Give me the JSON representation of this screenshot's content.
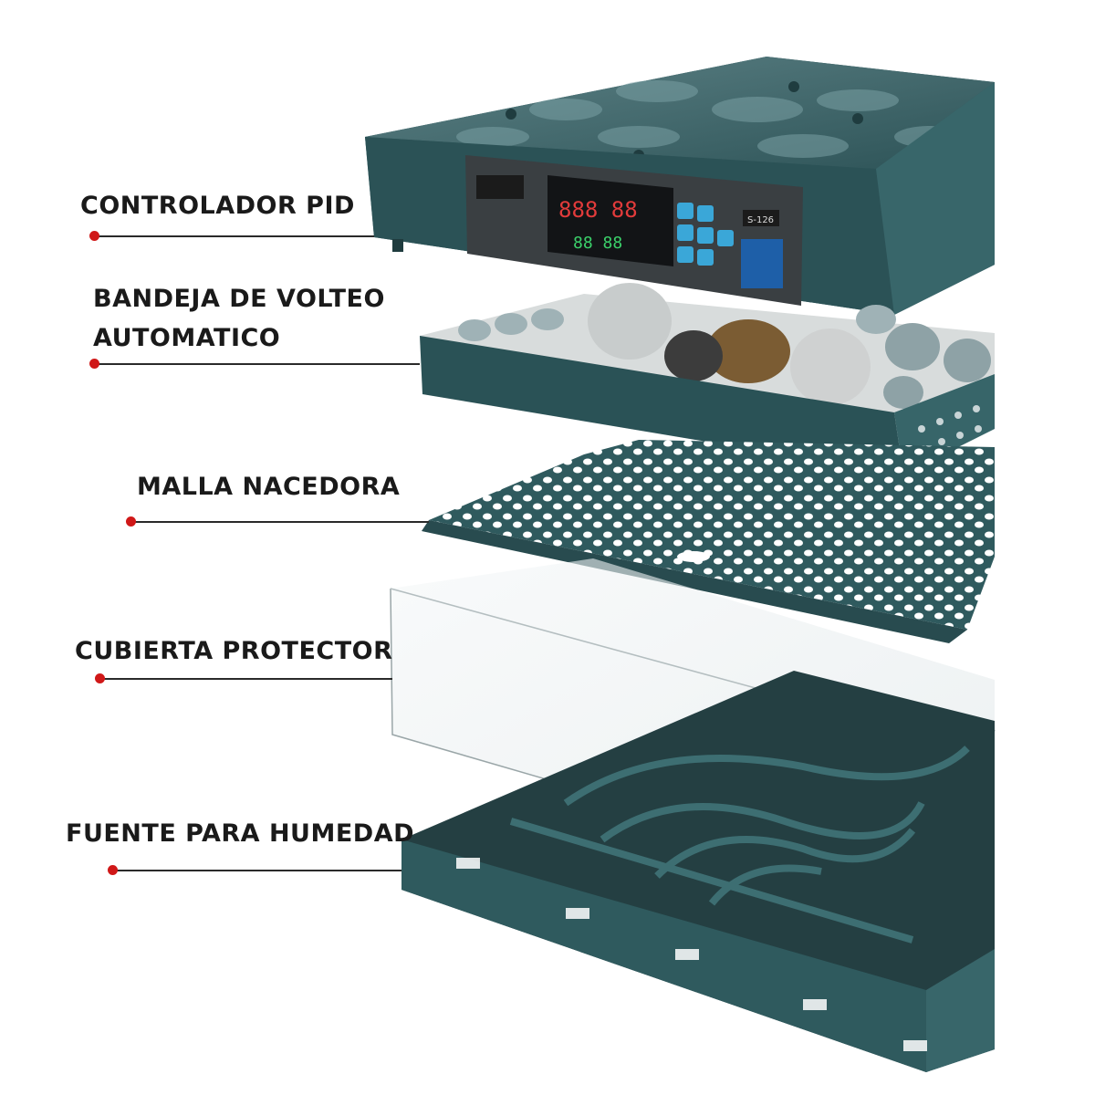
{
  "labels": {
    "controller": "CONTROLADOR PID",
    "tray_line1": "BANDEJA DE VOLTEO",
    "tray_line2": "AUTOMATICO",
    "mesh": "MALLA NACEDORA",
    "cover": "CUBIERTA PROTECTOR",
    "water": "FUENTE PARA HUMEDAD"
  },
  "panel": {
    "model": "S-126",
    "display_top": "888 88",
    "display_bottom": "88 88"
  },
  "colors": {
    "body": "#2f5a5e",
    "body_dark": "#1d3a3d",
    "panel": "#3a3f42",
    "accent_dot": "#d01818"
  }
}
